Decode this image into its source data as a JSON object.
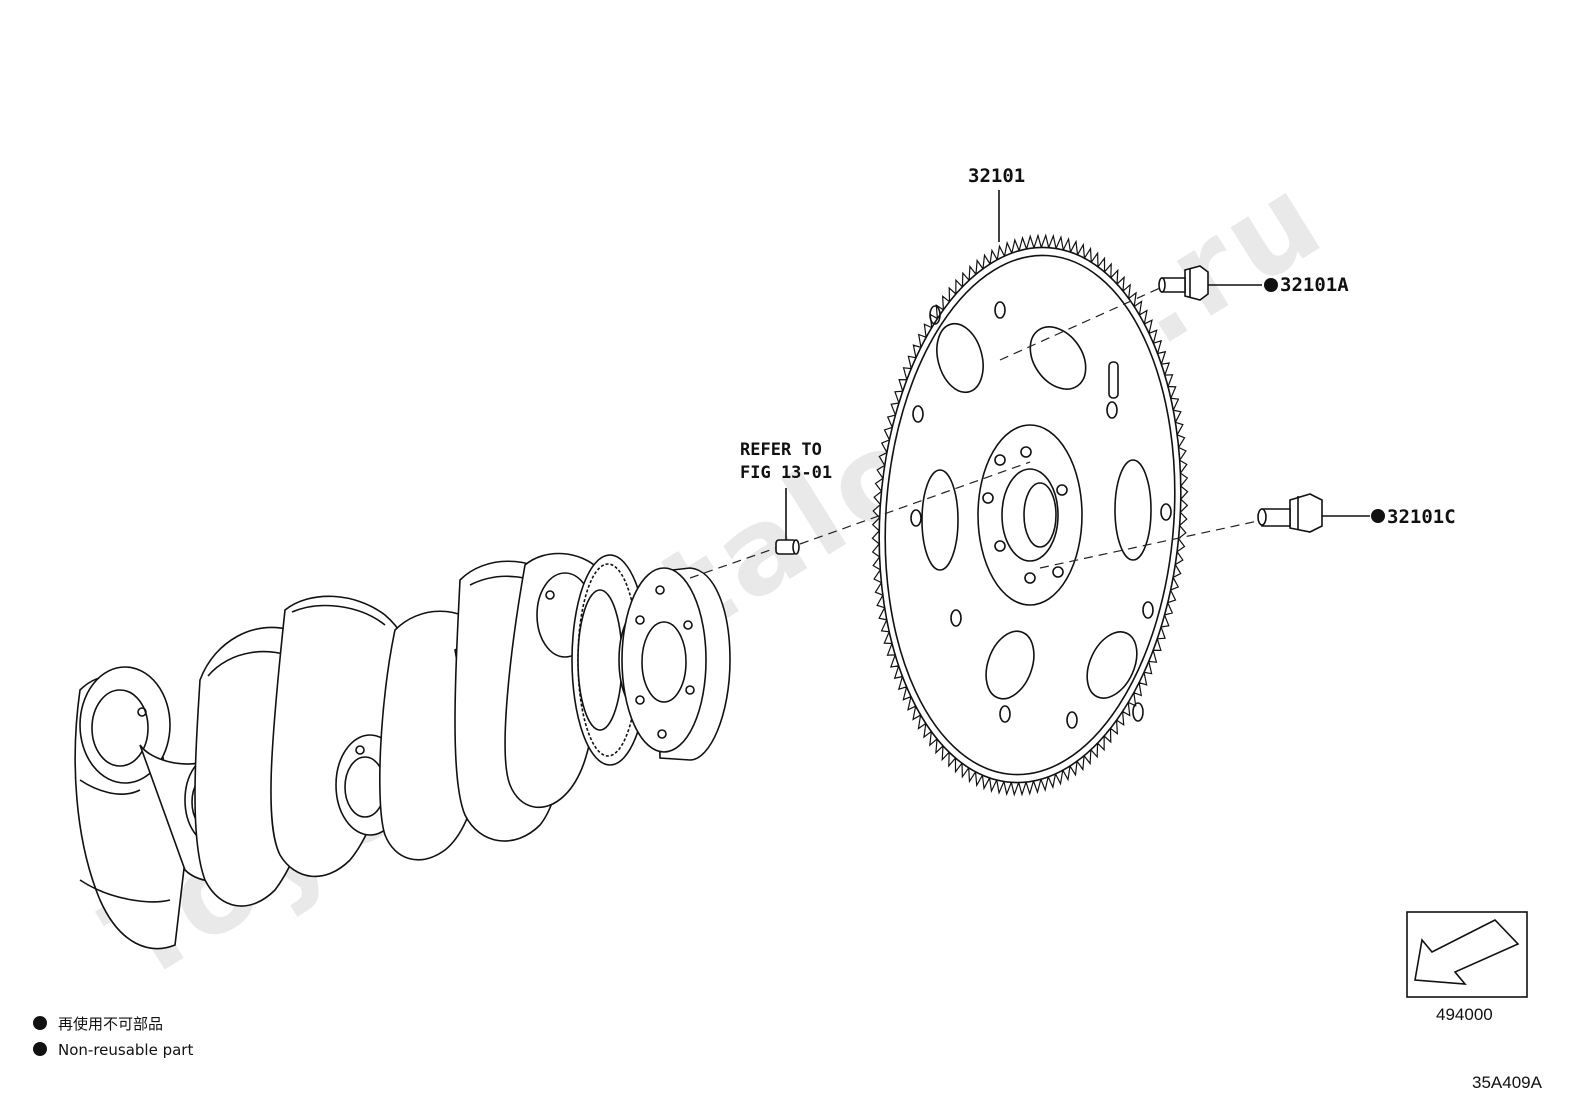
{
  "watermark": "ToyotaCatalogue.ru",
  "callouts": {
    "flywheel": "32101",
    "bolt_a": "32101A",
    "bolt_c": "32101C",
    "refer_line1": "REFER TO",
    "refer_line2": "FIG 13-01"
  },
  "nav_box": {
    "code": "494000",
    "icon": "arrow-down-left-icon"
  },
  "legend": {
    "jp": "再使用不可部品",
    "en": "Non-reusable part",
    "marker": "filled-circle"
  },
  "figure_code": "35A409A"
}
